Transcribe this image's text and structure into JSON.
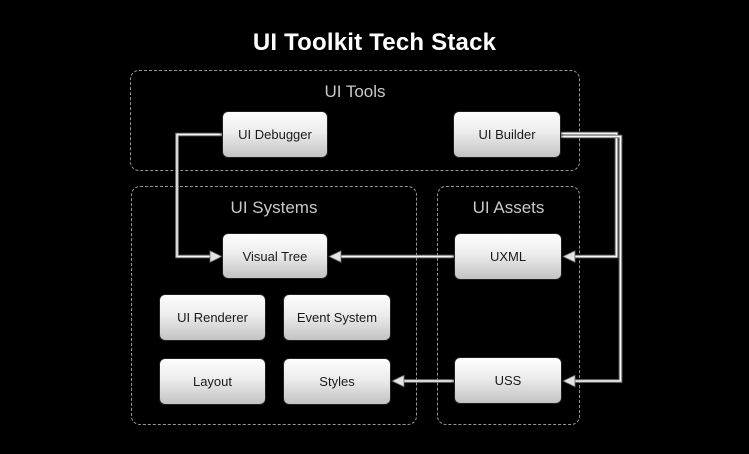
{
  "title": "UI Toolkit Tech Stack",
  "groups": [
    {
      "id": "ui-tools",
      "label": "UI Tools"
    },
    {
      "id": "ui-systems",
      "label": "UI Systems"
    },
    {
      "id": "ui-assets",
      "label": "UI Assets"
    }
  ],
  "nodes": [
    {
      "id": "ui-debugger",
      "label": "UI Debugger",
      "group": "ui-tools"
    },
    {
      "id": "ui-builder",
      "label": "UI Builder",
      "group": "ui-tools"
    },
    {
      "id": "visual-tree",
      "label": "Visual Tree",
      "group": "ui-systems"
    },
    {
      "id": "ui-renderer",
      "label": "UI Renderer",
      "group": "ui-systems"
    },
    {
      "id": "event-system",
      "label": "Event System",
      "group": "ui-systems"
    },
    {
      "id": "layout",
      "label": "Layout",
      "group": "ui-systems"
    },
    {
      "id": "styles",
      "label": "Styles",
      "group": "ui-systems"
    },
    {
      "id": "uxml",
      "label": "UXML",
      "group": "ui-assets"
    },
    {
      "id": "uss",
      "label": "USS",
      "group": "ui-assets"
    }
  ],
  "edges": [
    {
      "from": "ui-debugger",
      "to": "visual-tree"
    },
    {
      "from": "ui-builder",
      "to": "uxml"
    },
    {
      "from": "ui-builder",
      "to": "uss"
    },
    {
      "from": "uxml",
      "to": "visual-tree"
    },
    {
      "from": "uss",
      "to": "styles"
    }
  ],
  "colors": {
    "background": "#000000",
    "title_text": "#ffffff",
    "group_border": "#969696",
    "group_label": "#c9c9c9",
    "node_gradient_top": "#fefefe",
    "node_gradient_bottom": "#c3c3c3",
    "node_text": "#1a1a1a",
    "edge_line": "#f7f7f7",
    "arrowhead_fill": "#e4e4e4"
  }
}
